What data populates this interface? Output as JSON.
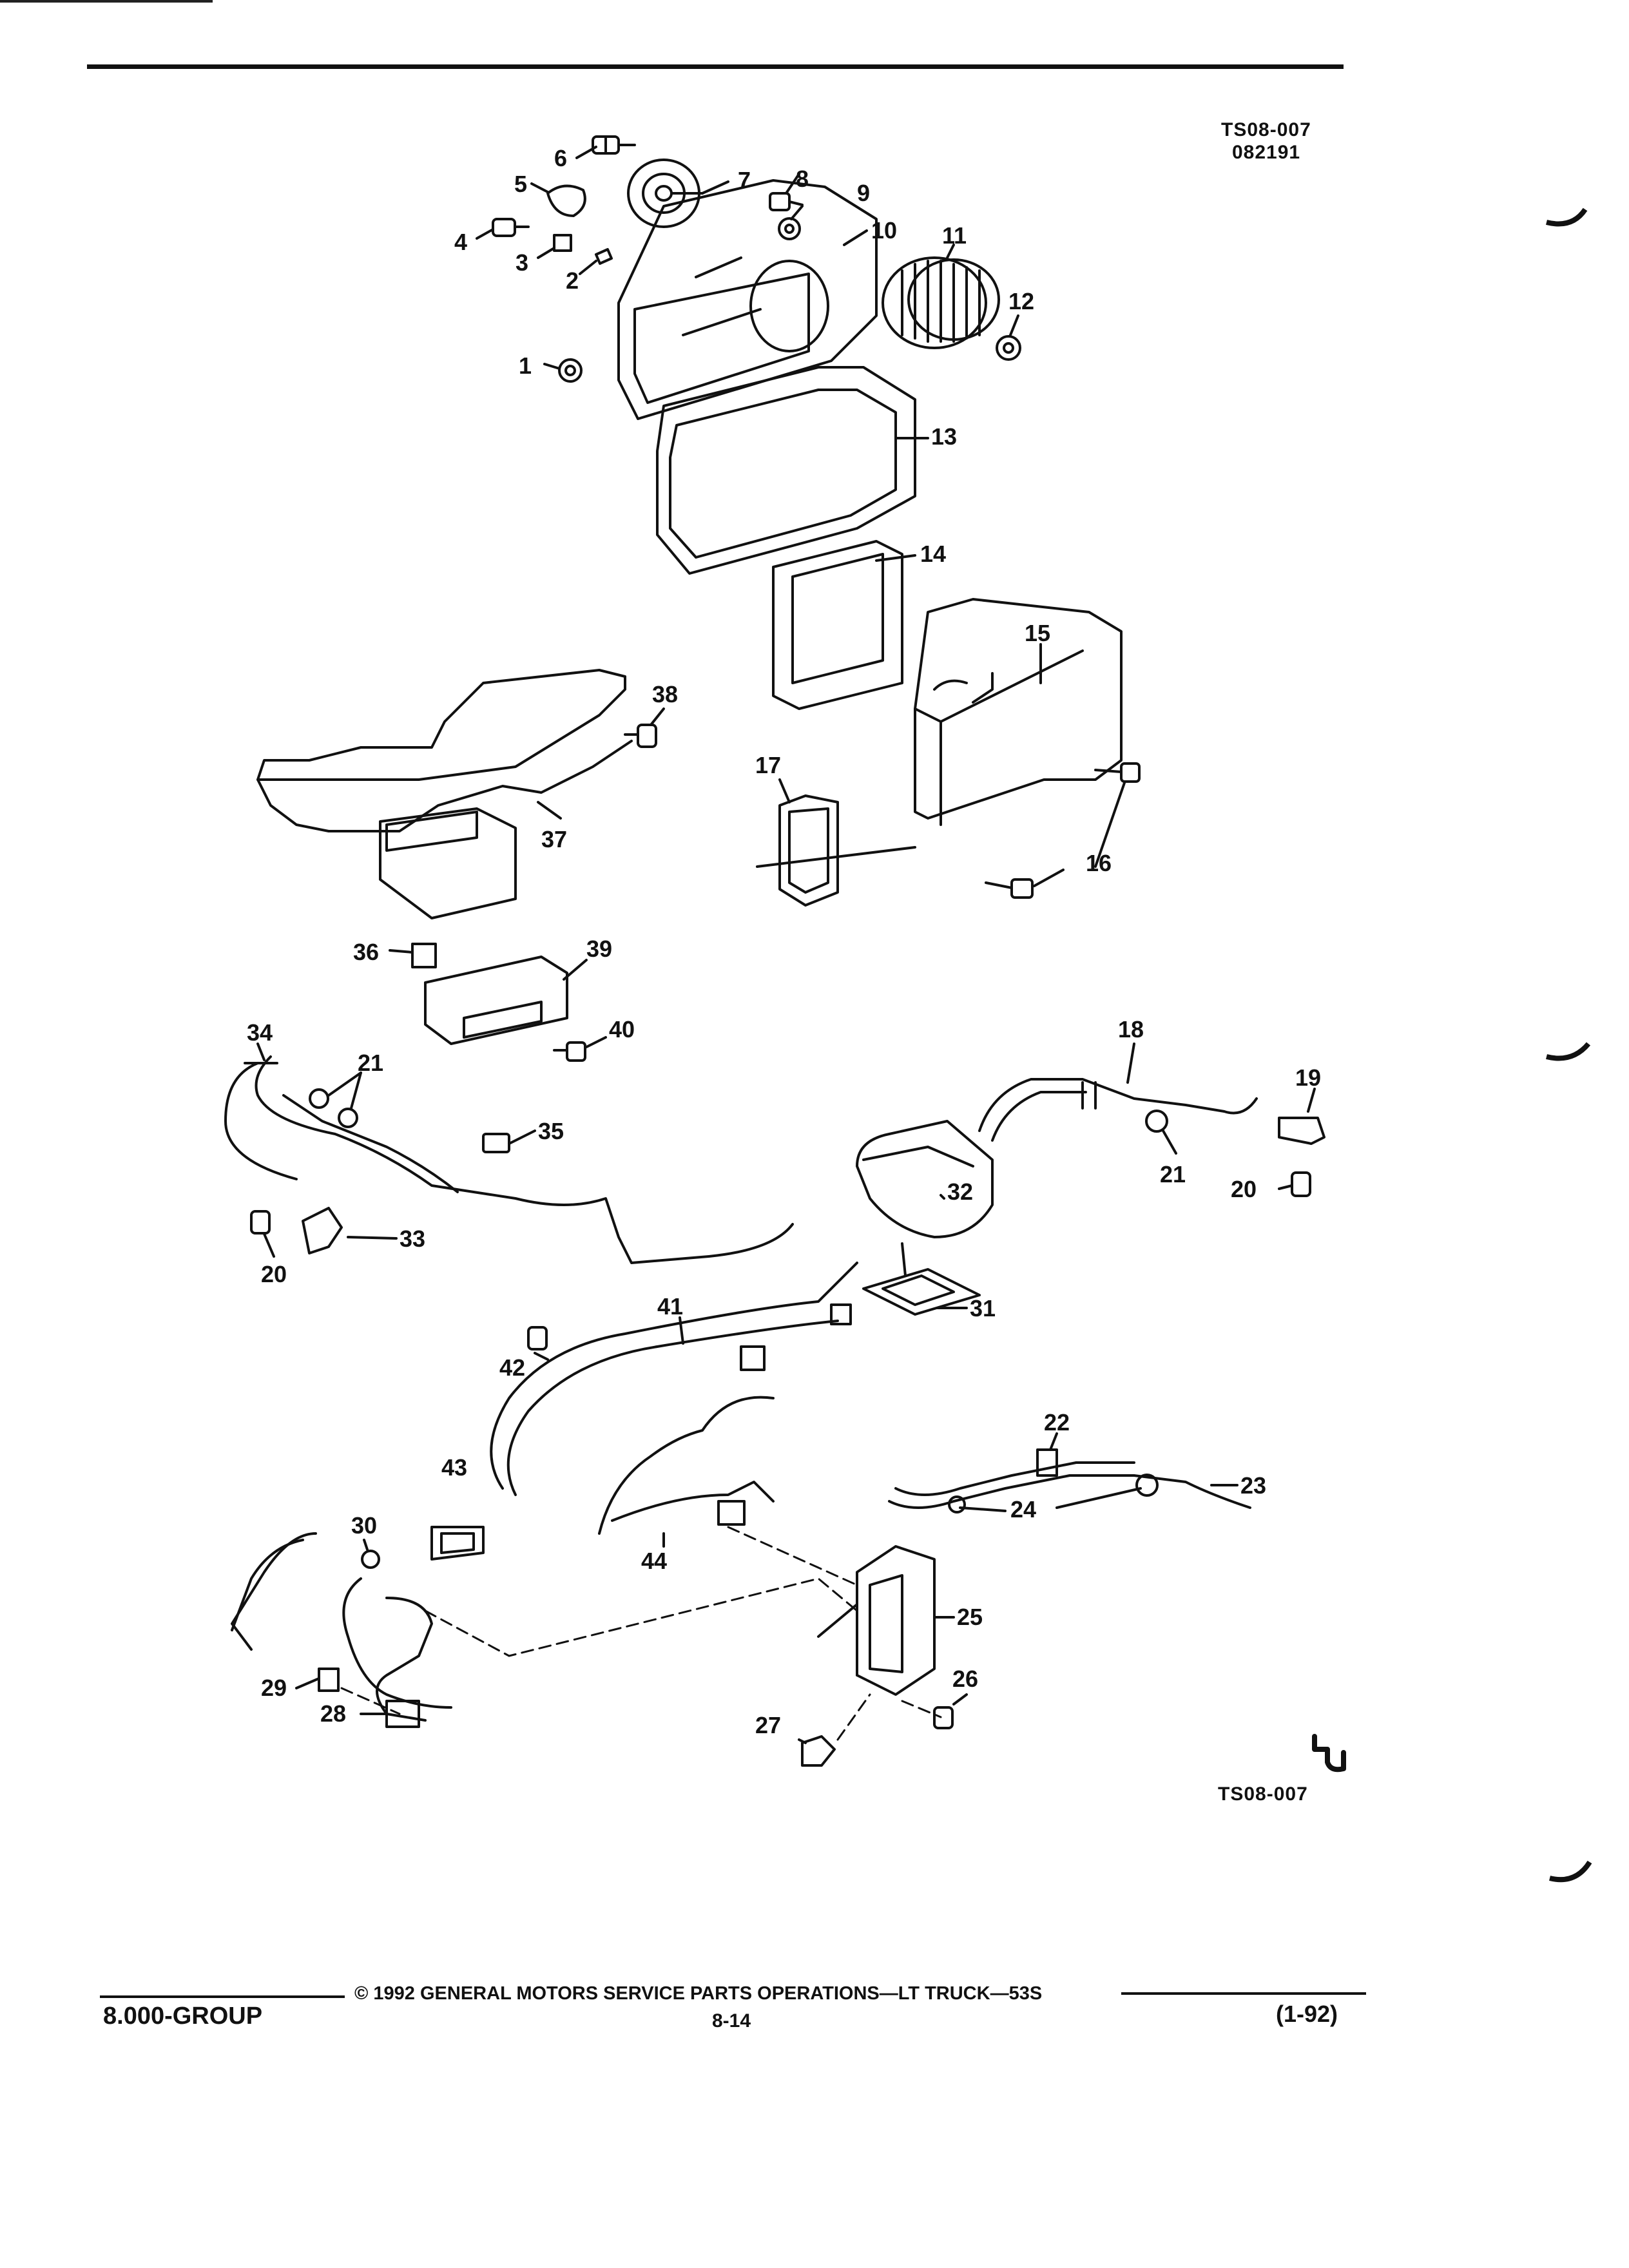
{
  "header": {
    "figure_code": "TS08-007",
    "figure_date": "082191"
  },
  "figure_footer_code": "TS08-007",
  "callouts": [
    "1",
    "2",
    "3",
    "4",
    "5",
    "6",
    "7",
    "8",
    "9",
    "10",
    "11",
    "12",
    "13",
    "14",
    "15",
    "16",
    "17",
    "18",
    "19",
    "20",
    "20",
    "21",
    "21",
    "21",
    "22",
    "23",
    "24",
    "25",
    "26",
    "27",
    "28",
    "29",
    "30",
    "31",
    "32",
    "33",
    "34",
    "35",
    "36",
    "37",
    "38",
    "39",
    "40",
    "41",
    "42",
    "43",
    "44"
  ],
  "footer": {
    "group": "8.000-GROUP",
    "copyright": "© 1992 GENERAL MOTORS SERVICE PARTS OPERATIONS—LT TRUCK—53S",
    "page_number": "8-14",
    "revision": "(1-92)"
  }
}
